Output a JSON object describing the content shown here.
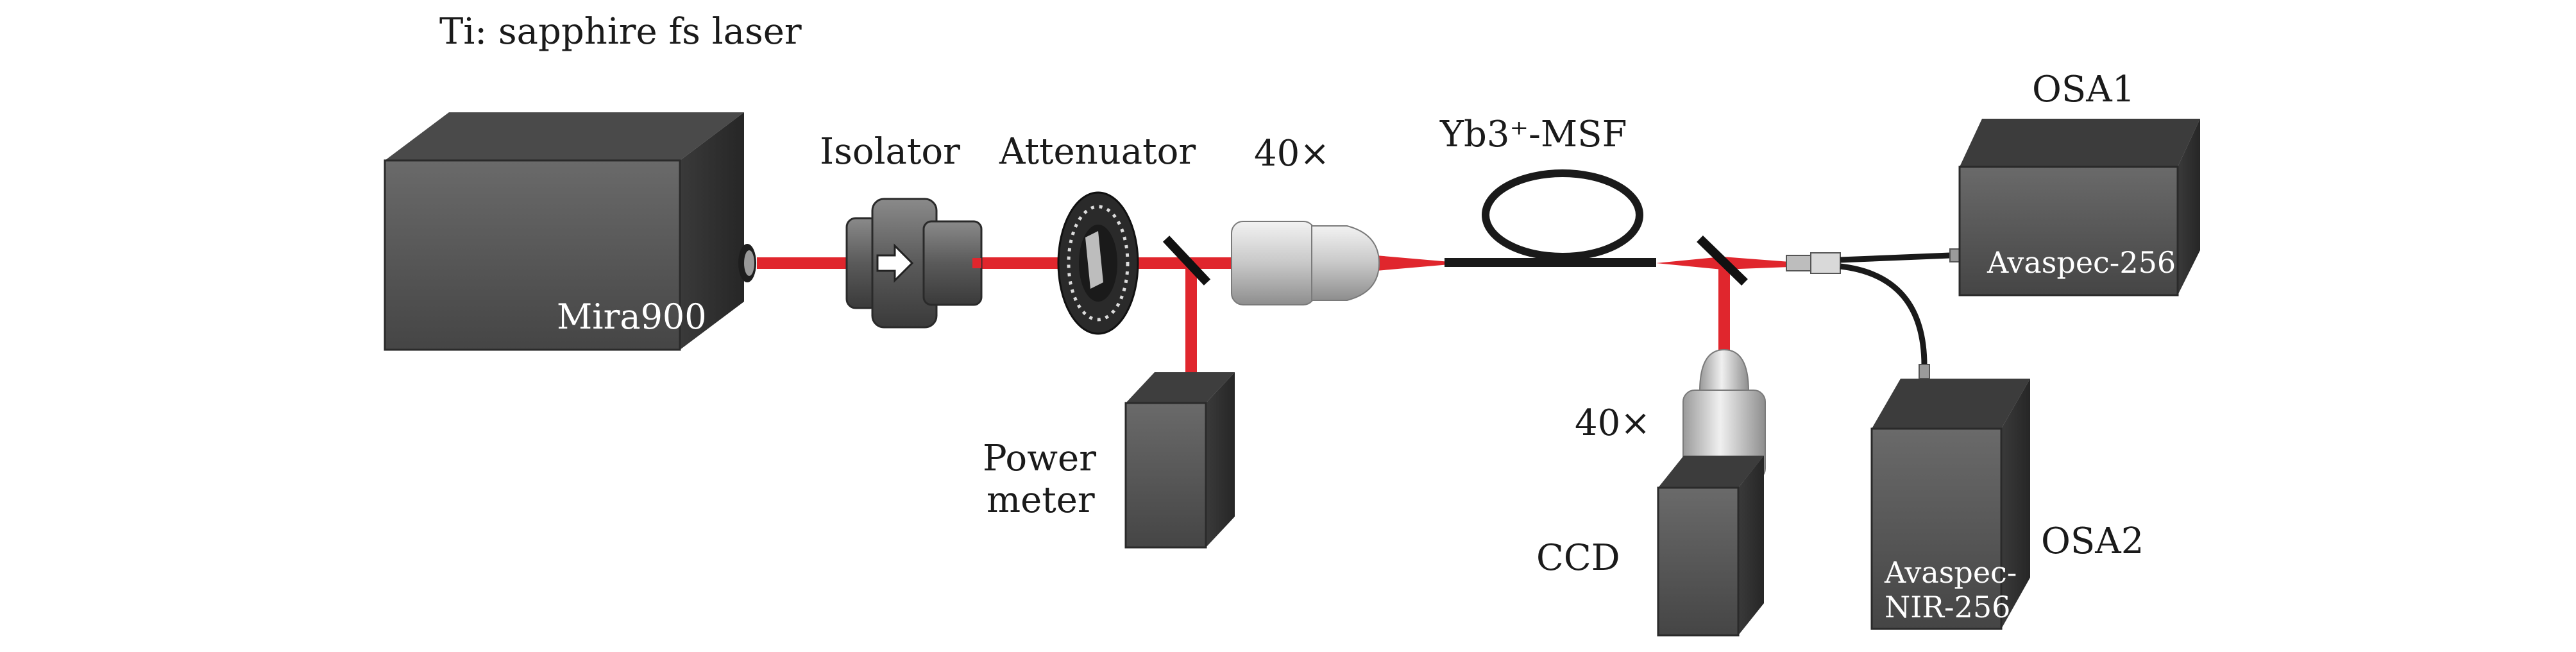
{
  "labels": {
    "laser_title": "Ti: sapphire fs laser",
    "laser_model": "Mira900",
    "isolator": "Isolator",
    "attenuator": "Attenuator",
    "objective_1": "40×",
    "fiber": "Yb3⁺-MSF",
    "osa1": "OSA1",
    "osa1_model": "Avaspec-256",
    "power_meter_line1": "Power",
    "power_meter_line2": "meter",
    "objective_2": "40×",
    "ccd": "CCD",
    "osa2": "OSA2",
    "osa2_model_line1": "Avaspec-",
    "osa2_model_line2": "NIR-256"
  },
  "colors": {
    "beam": "#e0262d",
    "device_front": "#565656",
    "device_top": "#3a3a3a",
    "device_side": "#2e2e2e",
    "fiber": "#1a1a1a",
    "lens": "#cfcfcf"
  }
}
